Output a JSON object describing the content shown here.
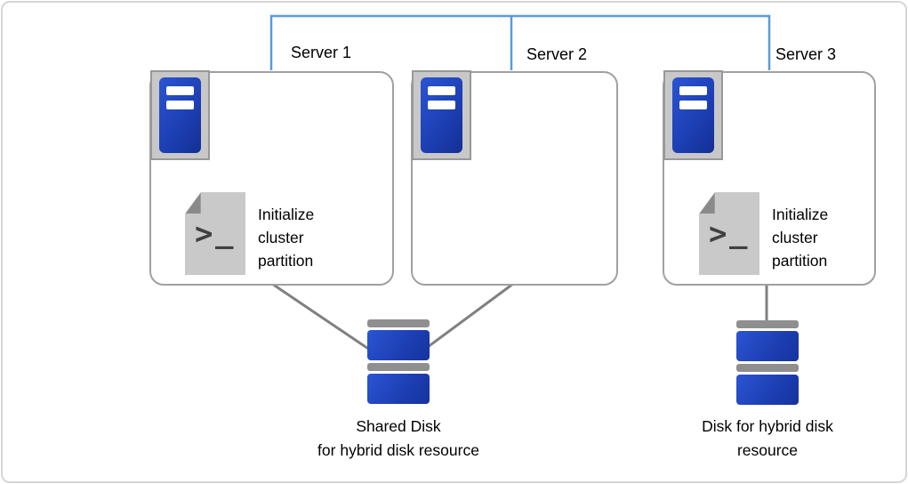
{
  "servers": [
    {
      "label": "Server 1",
      "init_text": "Initialize\ncluster\npartition"
    },
    {
      "label": "Server 2"
    },
    {
      "label": "Server 3",
      "init_text": "Initialize\ncluster\npartition"
    }
  ],
  "disks": {
    "shared": {
      "label": "Shared Disk\nfor hybrid disk resource"
    },
    "hybrid": {
      "label": "Disk for hybrid disk\nresource"
    }
  },
  "icons": {
    "server": "server-tower-icon",
    "script": "script-file-icon",
    "disk": "disk-stack-icon",
    "script_prompt": ">",
    "script_underscore": "_"
  },
  "colors": {
    "network_line": "#5b9bd5",
    "connector_line": "#808080",
    "server_blue": "#1c3eb2",
    "disk_blue": "#1c3eb2",
    "icon_gray": "#c8c8c8"
  }
}
